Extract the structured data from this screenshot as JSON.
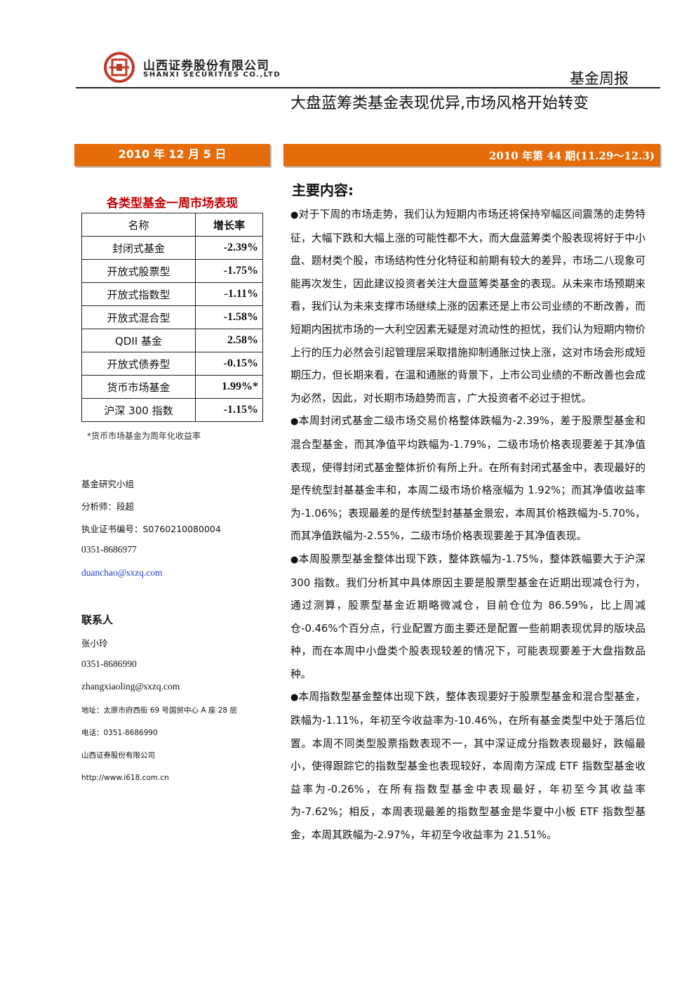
{
  "header": {
    "company_cn": "山西证券股份有限公司",
    "company_en": "SHANXI SECURITIES CO.,LTD",
    "doc_type": "基金周报",
    "logo_color": "#c0392b"
  },
  "headline": "大盘蓝筹类基金表现优异,市场风格开始转变",
  "date_bar": "2010 年 12 月 5 日",
  "issue_bar": "2010 年第 44 期(11.29～12.3)",
  "accent_color": "#e46c0a",
  "perf_table": {
    "title": "各类型基金一周市场表现",
    "headers": [
      "名称",
      "增长率"
    ],
    "rows": [
      {
        "name": "封闭式基金",
        "rate": "-2.39%"
      },
      {
        "name": "开放式股票型",
        "rate": "-1.75%"
      },
      {
        "name": "开放式指数型",
        "rate": "-1.11%"
      },
      {
        "name": "开放式混合型",
        "rate": "-1.58%"
      },
      {
        "name": "QDII 基金",
        "rate": "2.58%"
      },
      {
        "name": "开放式债券型",
        "rate": "-0.15%"
      },
      {
        "name": "货币市场基金",
        "rate": "1.99%*"
      },
      {
        "name": "沪深 300 指数",
        "rate": "-1.15%"
      }
    ],
    "note": "*货币市场基金为周年化收益率"
  },
  "analyst": {
    "group": "基金研究小组",
    "name": "分析师：段超",
    "cert": "执业证书编号：S0760210080004",
    "phone": "0351-8686977",
    "email": "duanchao@sxzq.com"
  },
  "contact": {
    "heading": "联系人",
    "name": "张小玲",
    "phone": "0351-8686990",
    "email": "zhangxiaoling@sxzq.com",
    "address": "地址：太原市府西街 69 号国贸中心 A 座 28 层",
    "tel": "电话：0351-8686990",
    "company": "山西证券股份有限公司",
    "website": "http://www.i618.com.cn"
  },
  "main": {
    "title": "主要内容:",
    "bullet": "●",
    "paragraphs": [
      "对于下周的市场走势，我们认为短期内市场还将保持窄幅区间震荡的走势特征，大幅下跌和大幅上涨的可能性都不大，而大盘蓝筹类个股表现将好于中小盘、题材类个股，市场结构性分化特征和前期有较大的差异，市场二八现象可能再次发生，因此建议投资者关注大盘蓝筹类基金的表现。从未来市场预期来看，我们认为未来支撑市场继续上涨的因素还是上市公司业绩的不断改善，而短期内困扰市场的一大利空因素无疑是对流动性的担忧，我们认为短期内物价上行的压力必然会引起管理层采取措施抑制通胀过快上涨，这对市场会形成短期压力，但长期来看，在温和通胀的背景下，上市公司业绩的不断改善也会成为必然，因此，对长期市场趋势而言，广大投资者不必过于担忧。",
      "本周封闭式基金二级市场交易价格整体跌幅为-2.39%，差于股票型基金和混合型基金，而其净值平均跌幅为-1.79%，二级市场价格表现要差于其净值表现，使得封闭式基金整体折价有所上升。在所有封闭式基金中，表现最好的是传统型封基基金丰和，本周二级市场价格涨幅为 1.92%；而其净值收益率为-1.06%；表现最差的是传统型封基基金景宏，本周其价格跌幅为-5.70%，而其净值跌幅为-2.55%，二级市场价格表现要差于其净值表现。",
      "本周股票型基金整体出现下跌，整体跌幅为-1.75%，整体跌幅要大于沪深 300 指数。我们分析其中具体原因主要是股票型基金在近期出现减仓行为，通过测算，股票型基金近期略微减仓，目前仓位为 86.59%，比上周减仓-0.46%个百分点，行业配置方面主要还是配置一些前期表现优异的版块品种，而在本周中小盘类个股表现较差的情况下，可能表现要差于大盘指数品种。",
      "本周指数型基金整体出现下跌，整体表现要好于股票型基金和混合型基金，跌幅为-1.11%，年初至今收益率为-10.46%，在所有基金类型中处于落后位置。本周不同类型股票指数表现不一，其中深证成分指数表现最好，跌幅最小，使得跟踪它的指数型基金也表现较好，本周南方深成 ETF 指数型基金收益率为-0.26%，在所有指数型基金中表现最好，年初至今其收益率为-7.62%；相反，本周表现最差的指数型基金是华夏中小板 ETF 指数型基金，本周其跌幅为-2.97%，年初至今收益率为 21.51%。"
    ]
  }
}
